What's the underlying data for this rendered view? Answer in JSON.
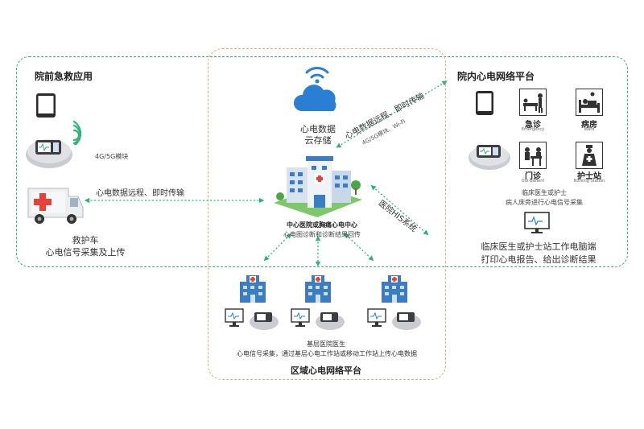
{
  "left": {
    "title": "院前急救应用",
    "module": "4G/5G模块",
    "link_label": "心电数据远程、即时传输",
    "ambulance_caption_line1": "救护车",
    "ambulance_caption_line2": "心电信号采集及上传"
  },
  "cloud": {
    "label_line1": "心电数据",
    "label_line2": "云存储"
  },
  "cloud_link": {
    "line1": "心电数据远程、即时传输",
    "line2": "4G/5G模块、Wi-Fi"
  },
  "center": {
    "title": "中心医院或胸痛心电中心",
    "subtitle": "心电图诊断和诊断结果回传",
    "his_label": "医院HIS系统"
  },
  "right": {
    "title": "院内心电网络平台",
    "wards": [
      {
        "label": "急诊",
        "sub": "Emergency"
      },
      {
        "label": "病房",
        "sub": "Ward"
      },
      {
        "label": "门诊",
        "sub": "Out-patient"
      },
      {
        "label": "护士站",
        "sub": "Nursing Station"
      }
    ],
    "clinician_line1": "临床医生或护士",
    "clinician_line2": "病人床旁进行心电信号采集",
    "terminal_line1": "临床医生或护士站工作电脑端",
    "terminal_line2": "打印心电报告、给出诊断结果"
  },
  "bottom": {
    "caption_line1": "基层医院医生",
    "caption_line2": "心电信号采集，通过基层心电工作站或移动工作站上传心电数据",
    "title": "区域心电网络平台"
  },
  "colors": {
    "green": "#2fb37a",
    "orange": "#f2a86a",
    "cloud_blue": "#2a7fd4",
    "hospital_blue": "#3b7dc4",
    "red": "#e8413a"
  }
}
